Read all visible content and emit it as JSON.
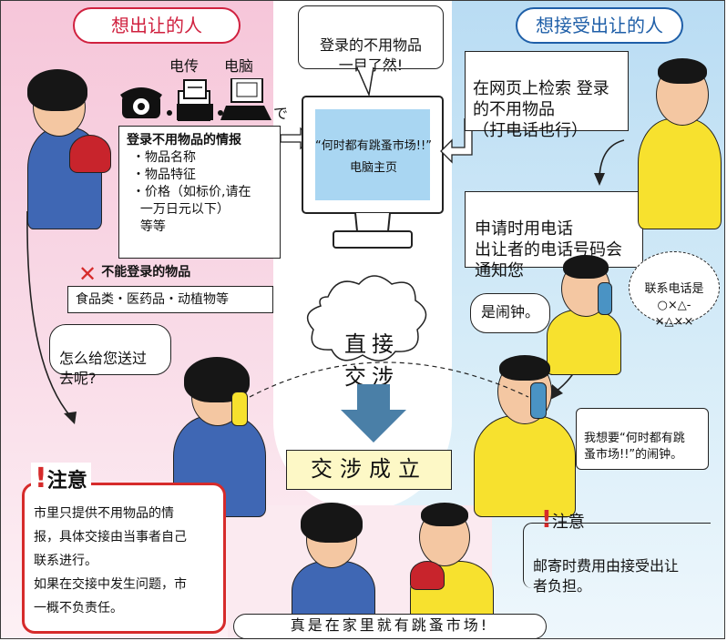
{
  "header": {
    "left_pill": "想出让的人",
    "right_pill": "想接受出让的人",
    "top_bubble": "登录的不用物品\n一目了然!"
  },
  "devices": {
    "fax_label": "电传",
    "pc_label": "电脑",
    "suffix": "で"
  },
  "register_box": {
    "title": "登录不用物品的情报",
    "items": [
      "・物品名称",
      "・物品特征",
      "・价格（如标价,请在",
      "  一万日元以下）",
      "  等等"
    ]
  },
  "monitor": {
    "line1": "“何时都有跳蚤市场!!”",
    "line2": "电脑主页"
  },
  "search_box": {
    "text": "在网页上检索 登录\n的不用物品\n（打电话也行）"
  },
  "apply_box": {
    "text": "申请时用电话\n出让者的电话号码会\n通知您"
  },
  "phone_bubble": {
    "text": "联系电话是\n○×△-\n×△××"
  },
  "clock_bubble": {
    "text": "是闹钟。"
  },
  "prohibited": {
    "title": "不能登录的物品",
    "items": "食品类・医药品・动植物等"
  },
  "delivery_bubble": {
    "text": "怎么给您送过\n去呢?"
  },
  "negotiate_cloud": {
    "text": "直接\n交涉"
  },
  "want_bubble": {
    "text": "我想要“何时都有跳\n蚤市场!!”的闹钟。"
  },
  "deal_done": {
    "text": "交涉成立"
  },
  "warning_left": {
    "title": "注意",
    "body": "市里只提供不用物品的情\n报，具体交接由当事者自己\n联系进行。\n如果在交接中发生问题，市\n一概不负责任。"
  },
  "warning_right": {
    "title": "注意",
    "body": "邮寄时费用由接受出让\n者负担。"
  },
  "footer": {
    "text": "真是在家里就有跳蚤市场!"
  },
  "colors": {
    "pink_accent": "#d0213f",
    "blue_accent": "#1f5fa8",
    "warning_red": "#d62b2b",
    "arrow_blue": "#4a7fa7",
    "screen_blue": "#a9d6f2",
    "clock_red": "#c8242c"
  }
}
